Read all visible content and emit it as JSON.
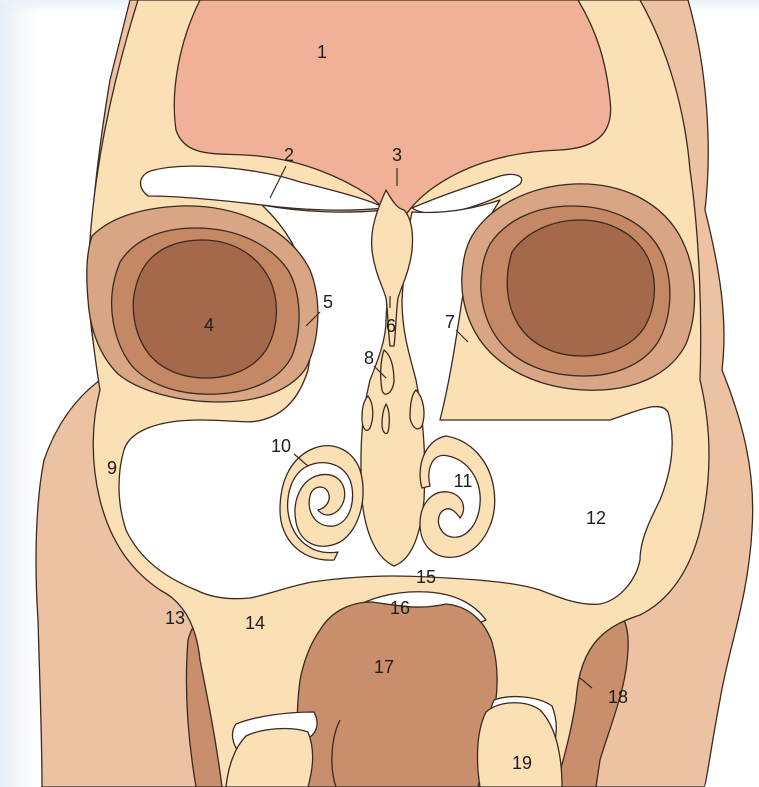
{
  "colors": {
    "skin": "#ecc2a3",
    "bone": "#fbe0b6",
    "brain": "#f0b196",
    "muscle": "#c98e6c",
    "eye_outer": "#d8a585",
    "eye_mid": "#c48865",
    "eye_inner": "#a4694a",
    "cavity": "#ffffff",
    "outline": "#3a2a20"
  },
  "labels": [
    {
      "id": "1",
      "text": "1"
    },
    {
      "id": "2",
      "text": "2"
    },
    {
      "id": "3",
      "text": "3"
    },
    {
      "id": "4",
      "text": "4"
    },
    {
      "id": "5",
      "text": "5"
    },
    {
      "id": "6",
      "text": "6"
    },
    {
      "id": "7",
      "text": "7"
    },
    {
      "id": "8",
      "text": "8"
    },
    {
      "id": "9",
      "text": "9"
    },
    {
      "id": "10",
      "text": "10"
    },
    {
      "id": "11",
      "text": "11"
    },
    {
      "id": "12",
      "text": "12"
    },
    {
      "id": "13",
      "text": "13"
    },
    {
      "id": "14",
      "text": "14"
    },
    {
      "id": "15",
      "text": "15"
    },
    {
      "id": "16",
      "text": "16"
    },
    {
      "id": "17",
      "text": "17"
    },
    {
      "id": "18",
      "text": "18"
    },
    {
      "id": "19",
      "text": "19"
    }
  ]
}
